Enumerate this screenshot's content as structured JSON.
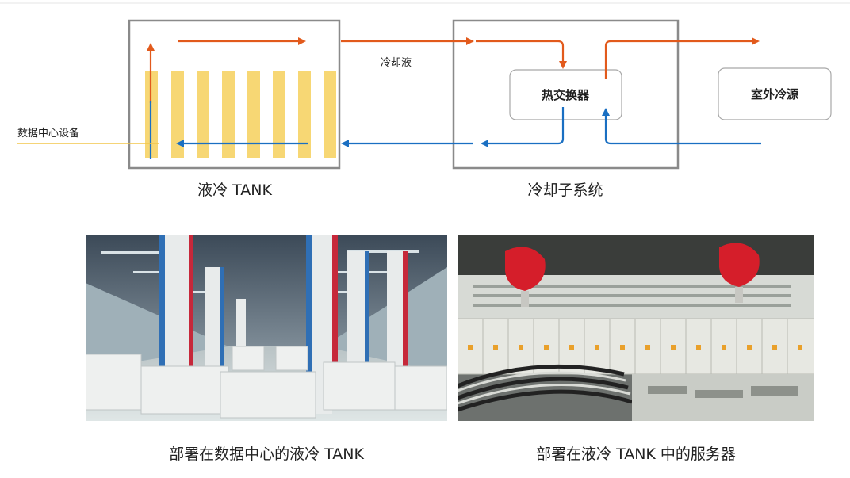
{
  "diagram": {
    "tank_label": "液冷 TANK",
    "cooling_label": "冷却子系统",
    "coolant_label": "冷却液",
    "device_label": "数据中心设备",
    "heat_exchanger_label": "热交换器",
    "outdoor_source_label": "室外冷源"
  },
  "photos": [
    {
      "caption": "部署在数据中心的液冷 TANK"
    },
    {
      "caption": "部署在液冷 TANK 中的服务器"
    }
  ],
  "colors": {
    "hot_flow": "#e25a1c",
    "cold_flow": "#1a6fc2",
    "server_bar": "#f7d774",
    "device_line": "#f2c64a",
    "box_border": "#8a8a8a"
  }
}
